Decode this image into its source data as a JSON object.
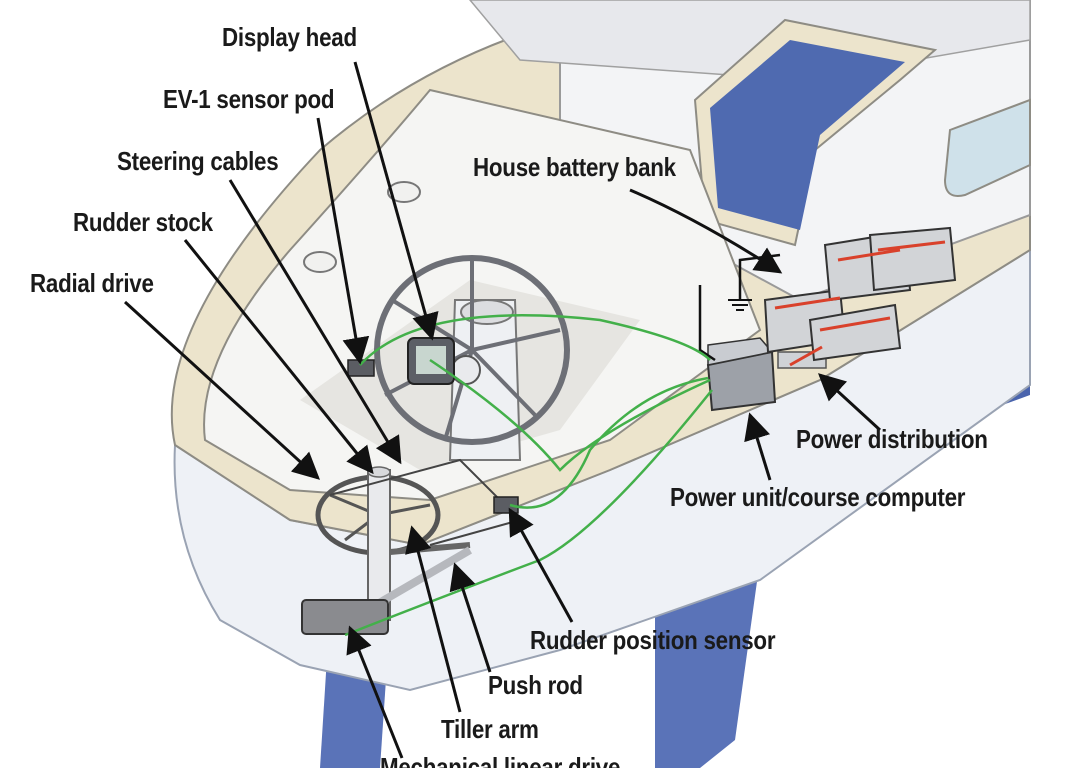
{
  "diagram": {
    "labels": {
      "display_head": "Display head",
      "ev1_sensor_pod": "EV-1 sensor pod",
      "steering_cables": "Steering cables",
      "rudder_stock": "Rudder stock",
      "radial_drive": "Radial drive",
      "house_battery_bank": "House battery bank",
      "power_distribution": "Power distribution",
      "power_unit_course_computer": "Power unit/course computer",
      "rudder_position_sensor": "Rudder position sensor",
      "push_rod": "Push rod",
      "tiller_arm": "Tiller arm",
      "mechanical_linear_drive": "Mechanical linear drive"
    },
    "colors": {
      "deck": "#ece4cc",
      "hull": "#f2f4f8",
      "bottom_paint": "#5a73b8",
      "wiring": "#43b04a",
      "battery_cable": "#d9412b",
      "leader_line": "#111111"
    }
  }
}
